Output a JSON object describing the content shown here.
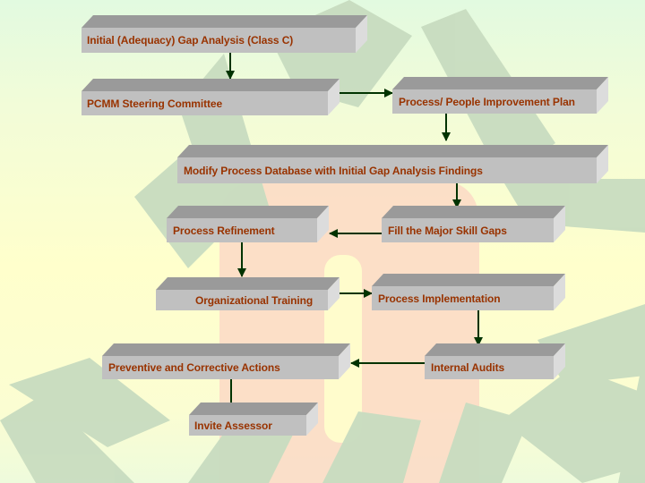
{
  "colors": {
    "box_front": "#c0c0c0",
    "box_top": "#9a9a9a",
    "box_side": "#dcdcdc",
    "label_text": "#993300",
    "arrow": "#003300",
    "watermark_green": "#c8dcc0",
    "watermark_pink": "#fbd9c6"
  },
  "watermark": {
    "letters": [
      "P",
      "B",
      "I",
      "M",
      "M"
    ]
  },
  "boxes": [
    {
      "id": "initial-gap-analysis",
      "label": "Initial (Adequacy) Gap Analysis (Class C)"
    },
    {
      "id": "pcmm-steering-committee",
      "label": "PCMM Steering Committee"
    },
    {
      "id": "process-people-improvement-plan",
      "label": "Process/ People Improvement Plan"
    },
    {
      "id": "modify-process-database",
      "label": "Modify Process Database with Initial Gap Analysis Findings"
    },
    {
      "id": "process-refinement",
      "label": "Process Refinement"
    },
    {
      "id": "fill-major-skill-gaps",
      "label": "Fill the Major Skill Gaps"
    },
    {
      "id": "organizational-training",
      "label": "Organizational Training"
    },
    {
      "id": "process-implementation",
      "label": "Process Implementation"
    },
    {
      "id": "preventive-corrective-actions",
      "label": "Preventive and Corrective Actions"
    },
    {
      "id": "internal-audits",
      "label": "Internal Audits"
    },
    {
      "id": "invite-assessor",
      "label": "Invite Assessor"
    }
  ],
  "edges": [
    {
      "from": "initial-gap-analysis",
      "to": "pcmm-steering-committee"
    },
    {
      "from": "pcmm-steering-committee",
      "to": "process-people-improvement-plan"
    },
    {
      "from": "process-people-improvement-plan",
      "to": "modify-process-database"
    },
    {
      "from": "modify-process-database",
      "to": "fill-major-skill-gaps"
    },
    {
      "from": "fill-major-skill-gaps",
      "to": "process-refinement"
    },
    {
      "from": "process-refinement",
      "to": "organizational-training"
    },
    {
      "from": "organizational-training",
      "to": "process-implementation"
    },
    {
      "from": "process-implementation",
      "to": "internal-audits"
    },
    {
      "from": "internal-audits",
      "to": "preventive-corrective-actions"
    },
    {
      "from": "preventive-corrective-actions",
      "to": "invite-assessor"
    }
  ]
}
